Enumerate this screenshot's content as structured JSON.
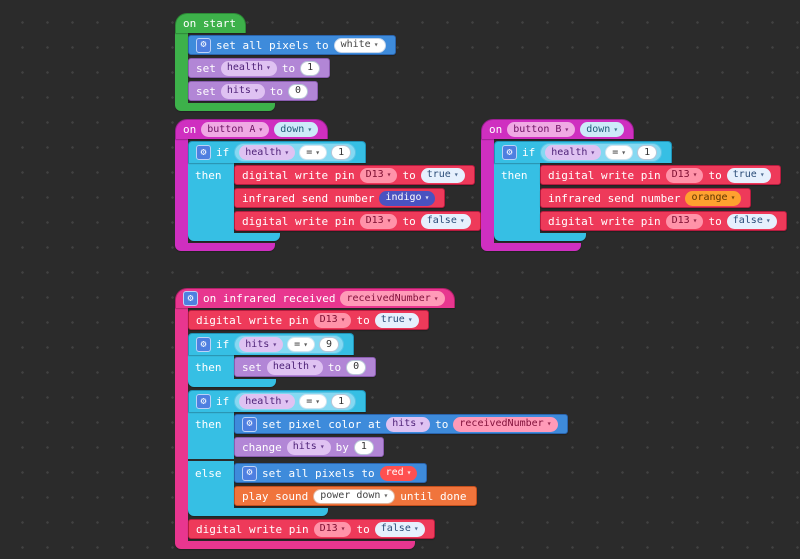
{
  "icons": {
    "gear": "⚙",
    "dropdown_arrow": "▾"
  },
  "palette": {
    "background": "#2b2b2b",
    "green": "#3db14a",
    "magenta": "#cf2fc0",
    "pink": "#e8368f",
    "cyan": "#36bfe4",
    "red": "#ee3a5a",
    "blue": "#3e8bdb",
    "purple": "#b286d6",
    "orange": "#f0743c"
  },
  "onStart": {
    "header": "on start",
    "setAllPixels": {
      "label": "set all pixels to",
      "color": "white"
    },
    "setHealth": {
      "kw": "set",
      "var": "health",
      "to": "to",
      "value": "1"
    },
    "setHits": {
      "kw": "set",
      "var": "hits",
      "to": "to",
      "value": "0"
    }
  },
  "onButtonA": {
    "kw": "on",
    "button": "button A",
    "event": "down",
    "if": {
      "kw": "if",
      "var": "health",
      "op": "=",
      "value": "1",
      "then": "then"
    },
    "writeTrue": {
      "label": "digital write pin",
      "pin": "D13",
      "to": "to",
      "value": "true"
    },
    "send": {
      "label": "infrared send number",
      "value": "indigo"
    },
    "writeFalse": {
      "label": "digital write pin",
      "pin": "D13",
      "to": "to",
      "value": "false"
    }
  },
  "onButtonB": {
    "kw": "on",
    "button": "button B",
    "event": "down",
    "if": {
      "kw": "if",
      "var": "health",
      "op": "=",
      "value": "1",
      "then": "then"
    },
    "writeTrue": {
      "label": "digital write pin",
      "pin": "D13",
      "to": "to",
      "value": "true"
    },
    "send": {
      "label": "infrared send number",
      "value": "orange"
    },
    "writeFalse": {
      "label": "digital write pin",
      "pin": "D13",
      "to": "to",
      "value": "false"
    }
  },
  "onInfrared": {
    "label": "on infrared received",
    "param": "receivedNumber",
    "writeTrue": {
      "label": "digital write pin",
      "pin": "D13",
      "to": "to",
      "value": "true"
    },
    "ifHits": {
      "kw": "if",
      "var": "hits",
      "op": "=",
      "value": "9",
      "then": "then",
      "setHealth": {
        "kw": "set",
        "var": "health",
        "to": "to",
        "value": "0"
      }
    },
    "ifHealth": {
      "kw": "if",
      "var": "health",
      "op": "=",
      "value": "1",
      "then": "then",
      "else": "else",
      "setPixelColor": {
        "label": "set pixel color at",
        "var": "hits",
        "to": "to",
        "value": "receivedNumber"
      },
      "changeHits": {
        "kw": "change",
        "var": "hits",
        "by": "by",
        "value": "1"
      },
      "setAllPixels": {
        "label": "set all pixels to",
        "color": "red"
      },
      "playSound": {
        "label": "play sound",
        "sound": "power down",
        "suffix": "until done"
      }
    },
    "writeFalse": {
      "label": "digital write pin",
      "pin": "D13",
      "to": "to",
      "value": "false"
    }
  }
}
